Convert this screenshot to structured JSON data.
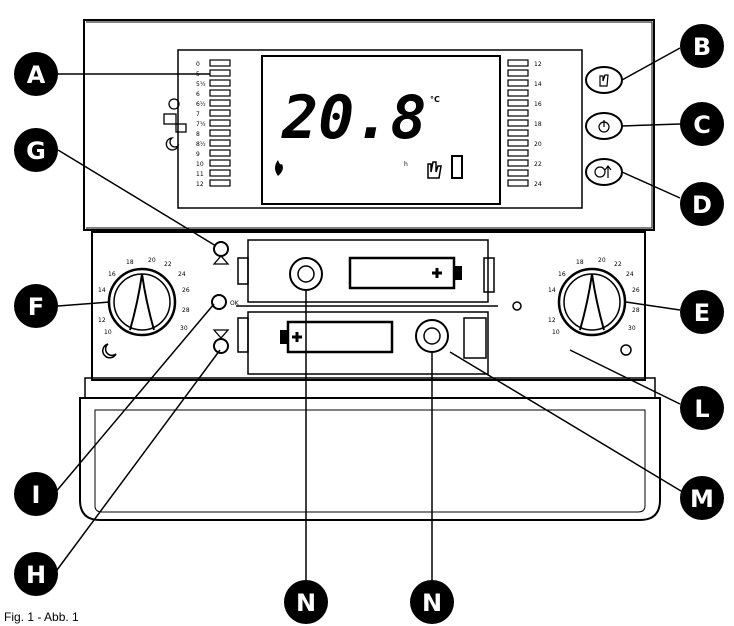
{
  "display": {
    "temperature": "20.8",
    "unit": "°C",
    "label_h": "h"
  },
  "left_scale_labels": [
    "0",
    "5",
    "5½",
    "6",
    "6½",
    "7",
    "7½",
    "8",
    "8½",
    "9",
    "10",
    "11",
    "12"
  ],
  "right_scale_labels": [
    "12",
    "14",
    "16",
    "18",
    "20",
    "22",
    "24"
  ],
  "dial_left_labels": [
    "10",
    "12",
    "14",
    "16",
    "18",
    "20",
    "22",
    "24",
    "26",
    "28",
    "30"
  ],
  "dial_right_labels": [
    "10",
    "12",
    "14",
    "16",
    "18",
    "20",
    "22",
    "24",
    "26",
    "28",
    "30"
  ],
  "ok_label": "OK",
  "callouts": [
    "A",
    "B",
    "C",
    "D",
    "E",
    "F",
    "G",
    "H",
    "I",
    "L",
    "M",
    "N",
    "N"
  ],
  "caption": "Fig. 1 - Abb. 1"
}
